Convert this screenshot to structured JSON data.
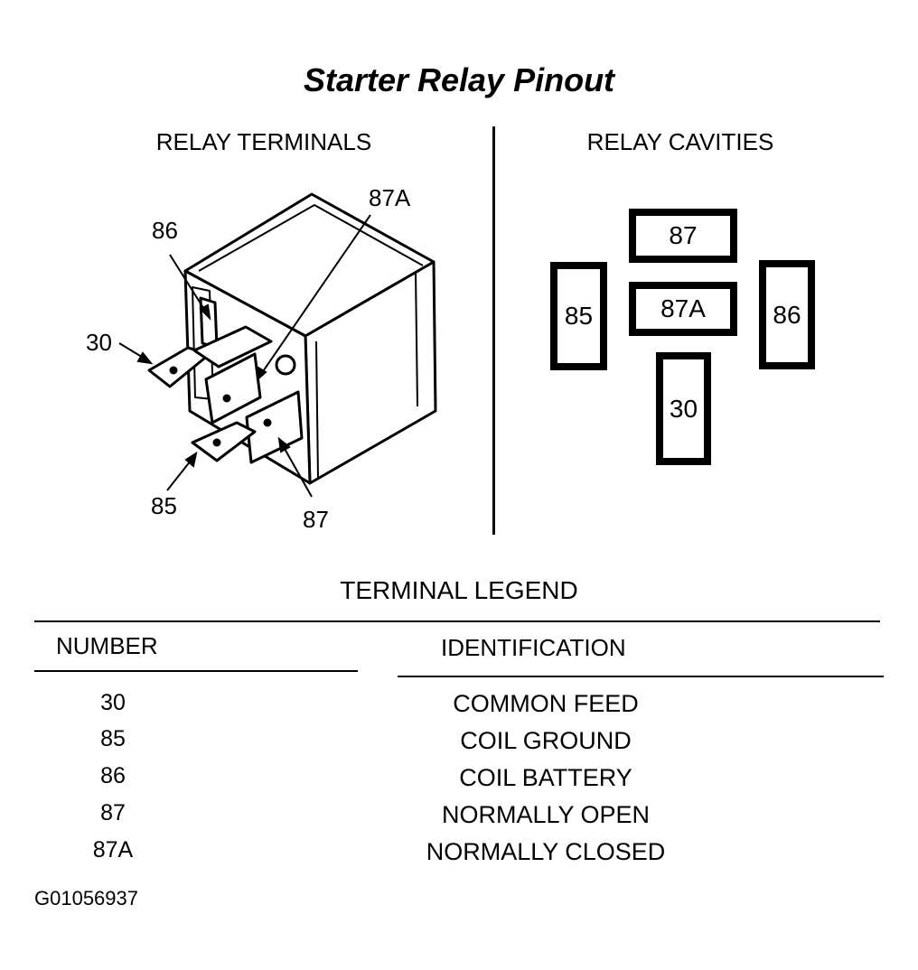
{
  "title": "Starter Relay Pinout",
  "terminals_panel": {
    "heading": "RELAY TERMINALS",
    "labels": {
      "t86": "86",
      "t87a": "87A",
      "t30": "30",
      "t85": "85",
      "t87": "87"
    }
  },
  "cavities_panel": {
    "heading": "RELAY CAVITIES",
    "cavities": {
      "c87": "87",
      "c85": "85",
      "c87a": "87A",
      "c86": "86",
      "c30": "30"
    }
  },
  "legend": {
    "title": "TERMINAL LEGEND",
    "col_number": "NUMBER",
    "col_identification": "IDENTIFICATION",
    "rows": [
      {
        "number": "30",
        "identification": "COMMON FEED"
      },
      {
        "number": "85",
        "identification": "COIL GROUND"
      },
      {
        "number": "86",
        "identification": "COIL BATTERY"
      },
      {
        "number": "87",
        "identification": "NORMALLY OPEN"
      },
      {
        "number": "87A",
        "identification": "NORMALLY CLOSED"
      }
    ]
  },
  "figure_id": "G01056937"
}
